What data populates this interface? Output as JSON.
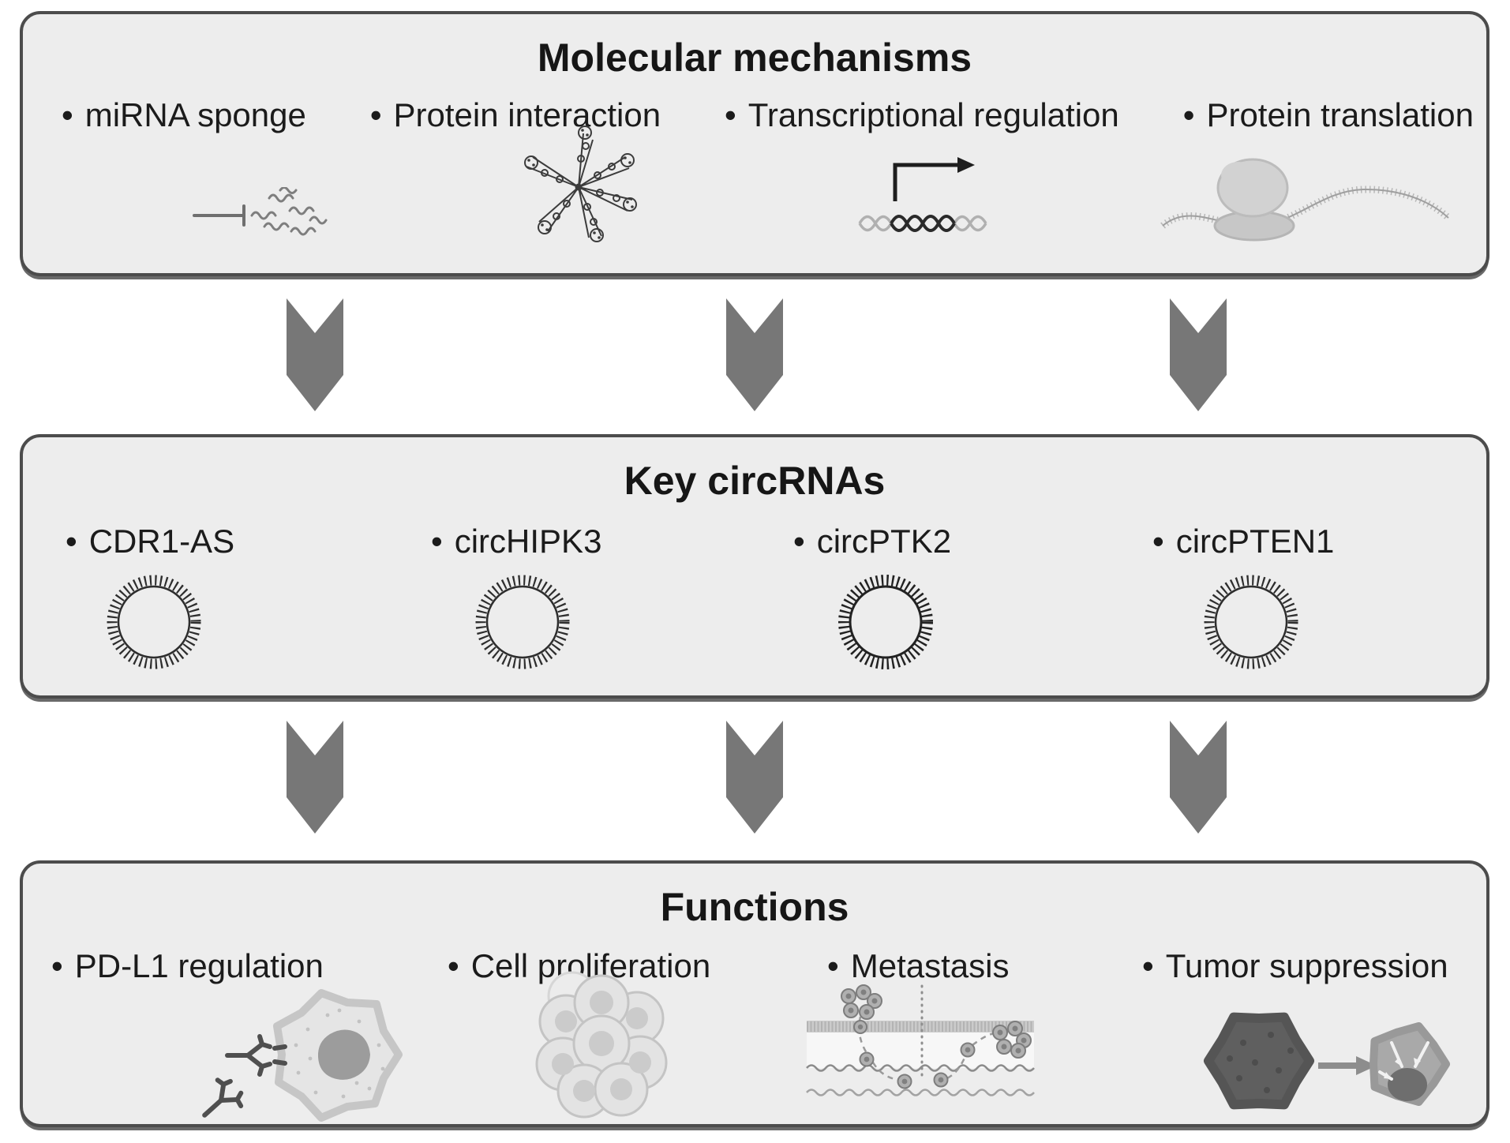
{
  "bullet": "•",
  "colors": {
    "panel_bg": "#ededed",
    "panel_border": "#4c4c4c",
    "arrow": "#777777",
    "text": "#1b1b1b"
  },
  "panels": {
    "mechanisms": {
      "title": "Molecular mechanisms",
      "items": [
        {
          "label": "miRNA sponge",
          "icon": "mirna-sponge-icon"
        },
        {
          "label": "Protein interaction",
          "icon": "protein-interaction-icon"
        },
        {
          "label": "Transcriptional regulation",
          "icon": "transcription-icon"
        },
        {
          "label": "Protein translation",
          "icon": "protein-translation-icon"
        }
      ]
    },
    "circrnas": {
      "title": "Key circRNAs",
      "items": [
        {
          "label": "CDR1-AS",
          "icon": "circrna-icon"
        },
        {
          "label": "circHIPK3",
          "icon": "circrna-icon"
        },
        {
          "label": "circPTK2",
          "icon": "circrna-icon"
        },
        {
          "label": "circPTEN1",
          "icon": "circrna-icon"
        }
      ]
    },
    "functions": {
      "title": "Functions",
      "items": [
        {
          "label": "PD-L1 regulation",
          "icon": "pdl1-antibody-cell-icon"
        },
        {
          "label": "Cell proliferation",
          "icon": "cell-proliferation-icon"
        },
        {
          "label": "Metastasis",
          "icon": "metastasis-icon"
        },
        {
          "label": "Tumor suppression",
          "icon": "tumor-suppression-icon"
        }
      ]
    }
  }
}
